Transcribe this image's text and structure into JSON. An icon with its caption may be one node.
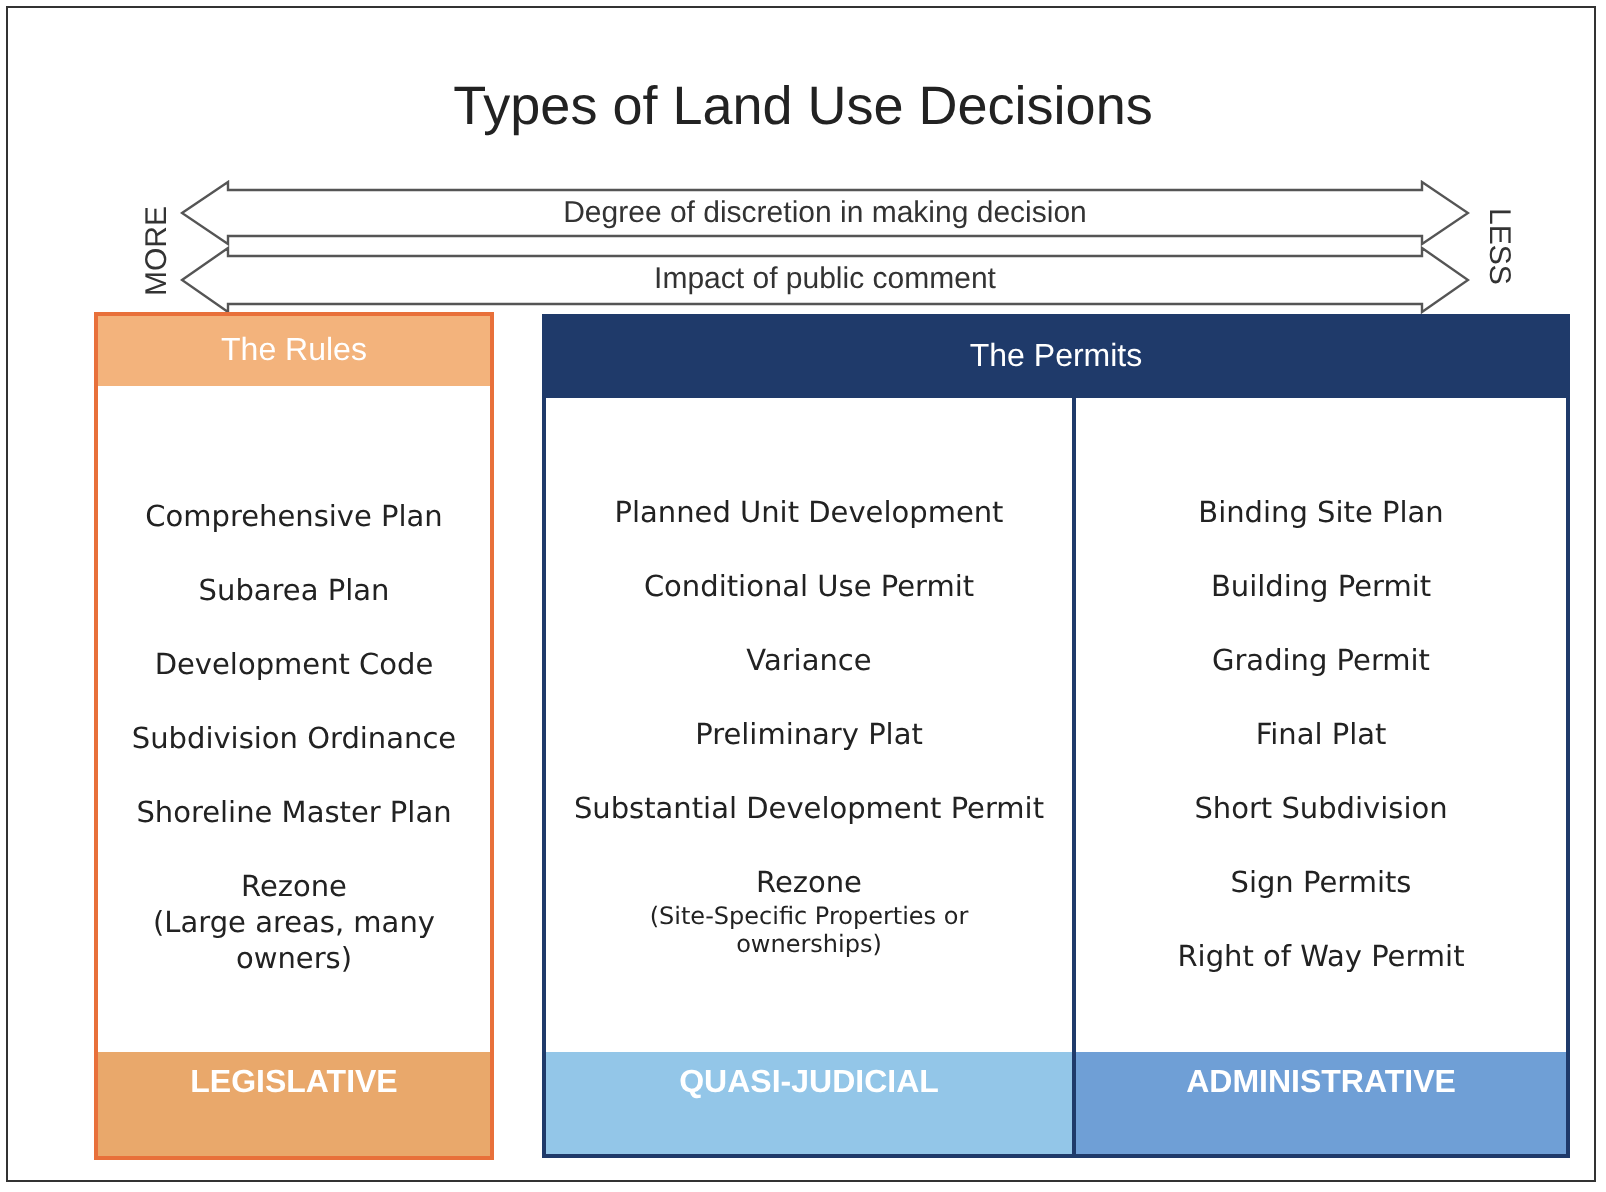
{
  "diagram": {
    "title": "Types of Land Use Decisions",
    "nodes": [
      {
        "text": [
          "Degree of discretion in making decision"
        ]
      },
      {
        "text": [
          "Impact of public comment"
        ]
      },
      {
        "text": [
          "The Rules",
          "Comprehensive Plan",
          "Subarea Plan",
          "Development Code",
          "Subdivision Ordinance",
          "Shoreline Master Plan",
          "Rezone",
          "(Large areas, many owners)",
          "LEGISLATIVE"
        ]
      },
      {
        "text": [
          "The Permits"
        ]
      },
      {
        "text": [
          "Planned Unit Development",
          "Conditional Use Permit",
          "Variance",
          "Preliminary Plat",
          "Substantial Development Permit",
          "Rezone",
          "(Site-Specific Properties or ownerships)",
          "QUASI-JUDICIAL"
        ],
        "in": 3
      },
      {
        "text": [
          "Binding Site Plan",
          "Building Permit",
          "Grading Permit",
          "Final Plat",
          "Short Subdivision",
          "Sign Permits",
          "Right of Way Permit",
          "ADMINISTRATIVE"
        ],
        "in": 3
      }
    ],
    "labels": [
      "MORE",
      "LESS"
    ]
  }
}
